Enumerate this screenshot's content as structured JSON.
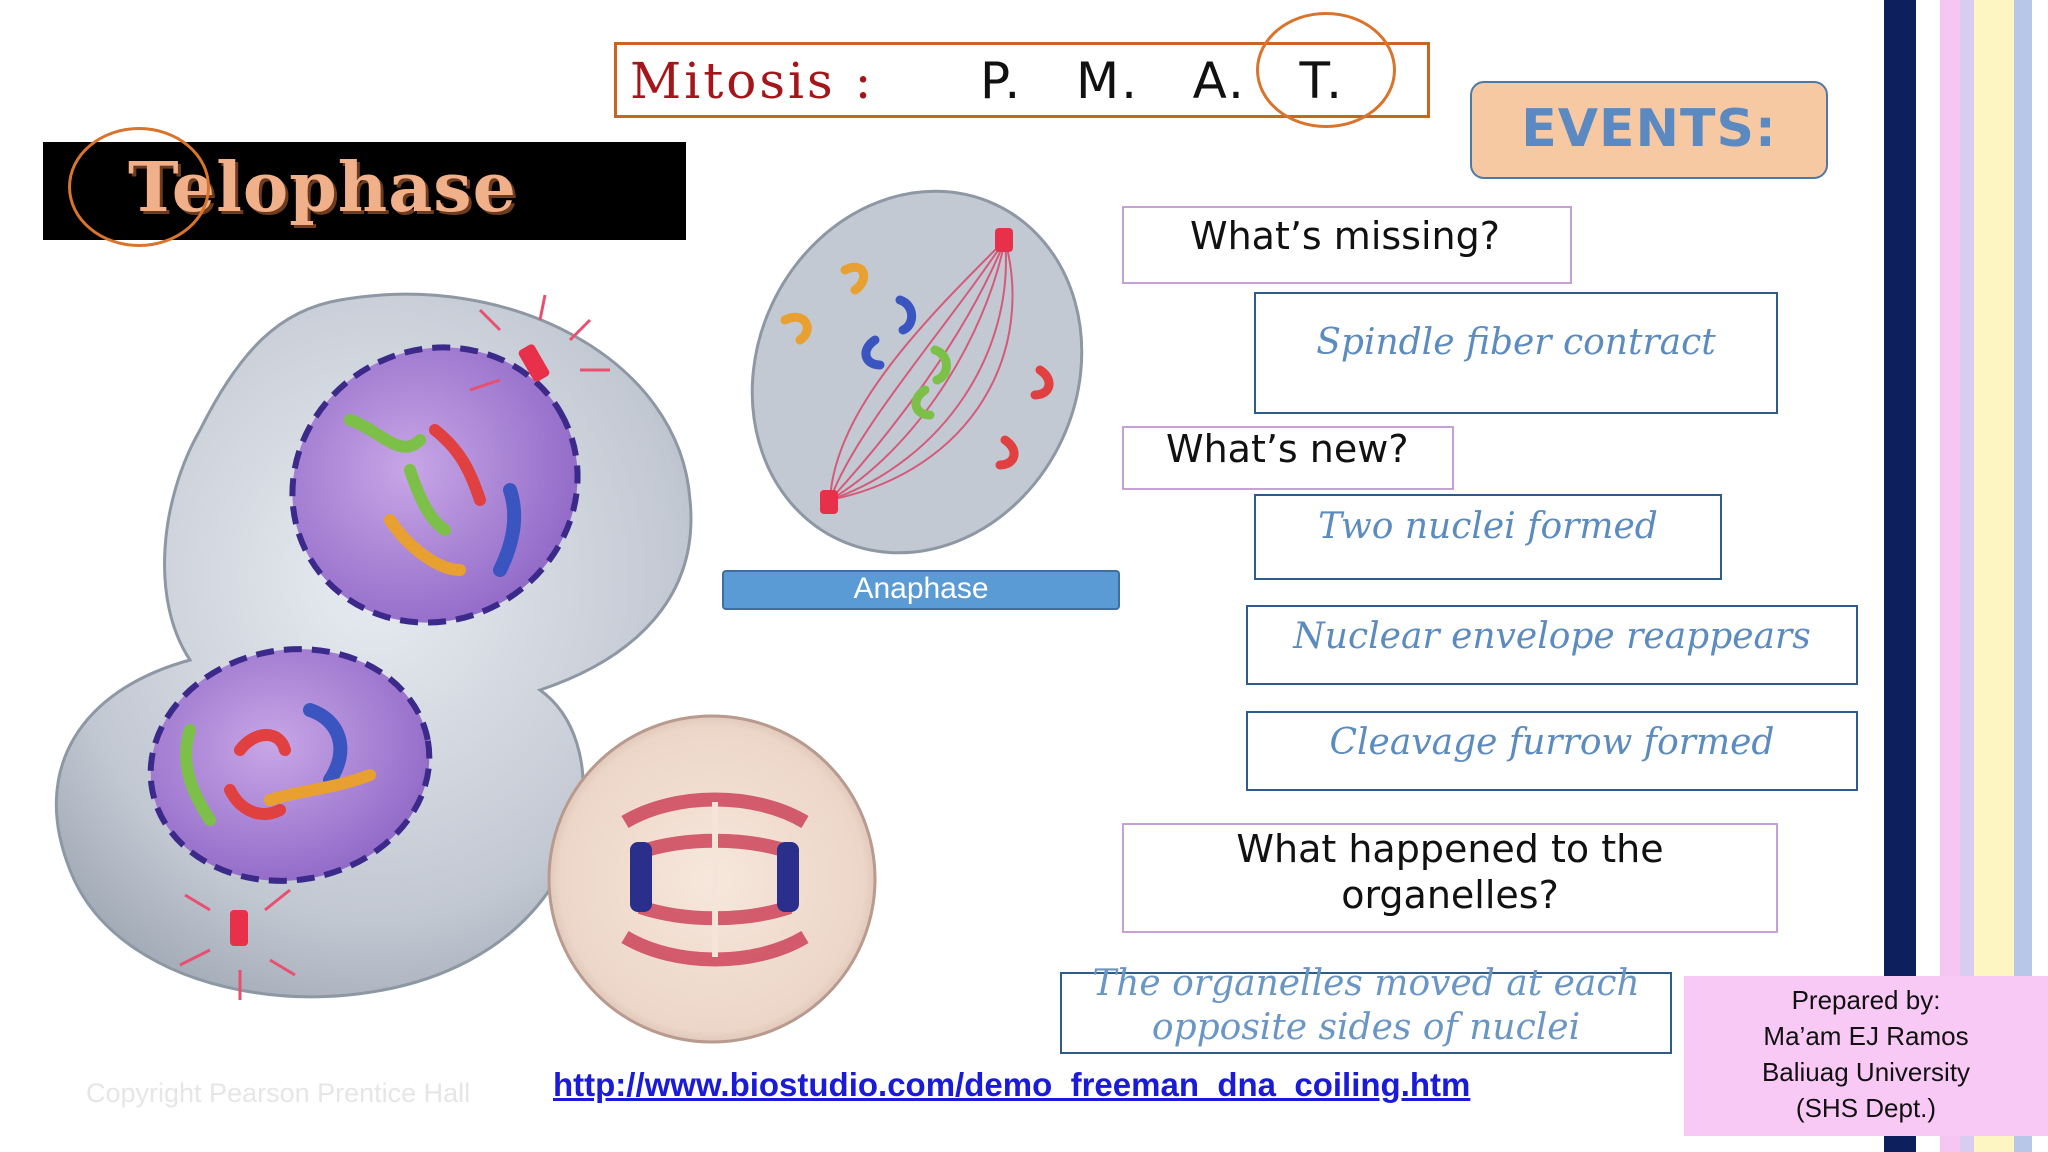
{
  "title": {
    "topic": "Mitosis :",
    "phases": "P.   M.   A.   T."
  },
  "phase_banner": "Telophase",
  "events_heading": "EVENTS:",
  "questions": [
    {
      "q": "What’s missing?"
    },
    {
      "q": "What’s new?"
    },
    {
      "q": "What happened to the organelles?"
    }
  ],
  "answers": {
    "missing": "Spindle fiber contract",
    "new": [
      "Two nuclei formed",
      "Nuclear envelope reappears",
      "Cleavage furrow formed"
    ],
    "organelles": "The organelles moved at each opposite sides of nuclei"
  },
  "anaphase_label": "Anaphase",
  "copyright": "Copyright Pearson Prentice Hall",
  "link": "http://www.biostudio.com/demo_freeman_dna_coiling.htm",
  "prepared": {
    "line1": "Prepared by:",
    "line2": "Ma’am EJ Ramos",
    "line3": "Baliuag University",
    "line4": "(SHS Dept.)"
  },
  "colors": {
    "accent_orange": "#d8742c",
    "title_red": "#a4161a",
    "answer_blue": "#5b8bbf",
    "stripe_navy": "#0d1f5c",
    "stripe_pink": "#f6c6f2",
    "stripe_yellow": "#fdf6c3",
    "stripe_lavender": "#b8c6e8"
  }
}
